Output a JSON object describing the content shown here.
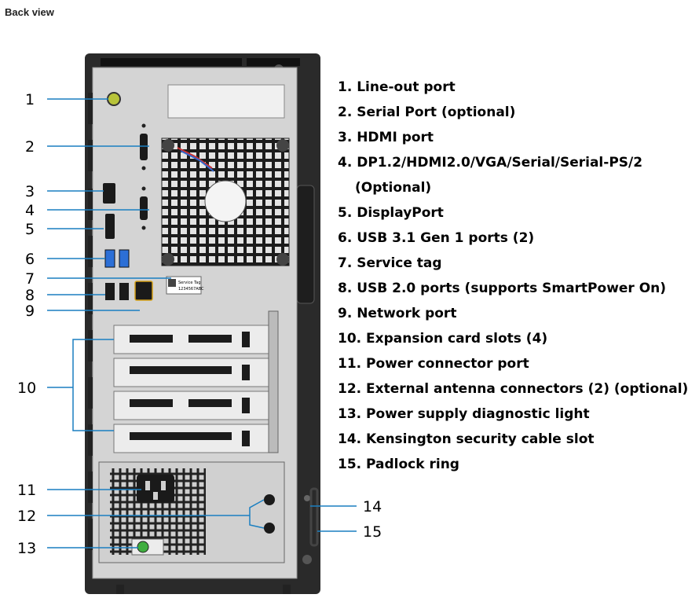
{
  "page": {
    "title": "Back view"
  },
  "callouts": [
    "1",
    "2",
    "3",
    "4",
    "5",
    "6",
    "7",
    "8",
    "9",
    "10",
    "11",
    "12",
    "13",
    "14",
    "15"
  ],
  "legend": [
    "1. Line-out port",
    "2. Serial Port (optional)",
    "3. HDMI port",
    "4. DP1.2/HDMI2.0/VGA/Serial/Serial-PS/2",
    "(Optional)",
    "5. DisplayPort",
    "6. USB 3.1 Gen 1 ports (2)",
    "7. Service tag",
    "8. USB 2.0 ports (supports SmartPower On)",
    "9. Network port",
    "10. Expansion card slots (4)",
    "11. Power connector port",
    "12. External antenna connectors (2) (optional)",
    "13. Power supply diagnostic light",
    "14. Kensington security cable slot",
    "15. Padlock ring"
  ],
  "service_tag": {
    "line1": "Service Tag",
    "line2": "1234567ABC"
  },
  "colors": {
    "callout_line": "#1a7fc1",
    "chassis": "#2a2a2a",
    "panel": "#d4d4d4",
    "usb3": "#2c6fd6",
    "led": "#3fae3f"
  }
}
